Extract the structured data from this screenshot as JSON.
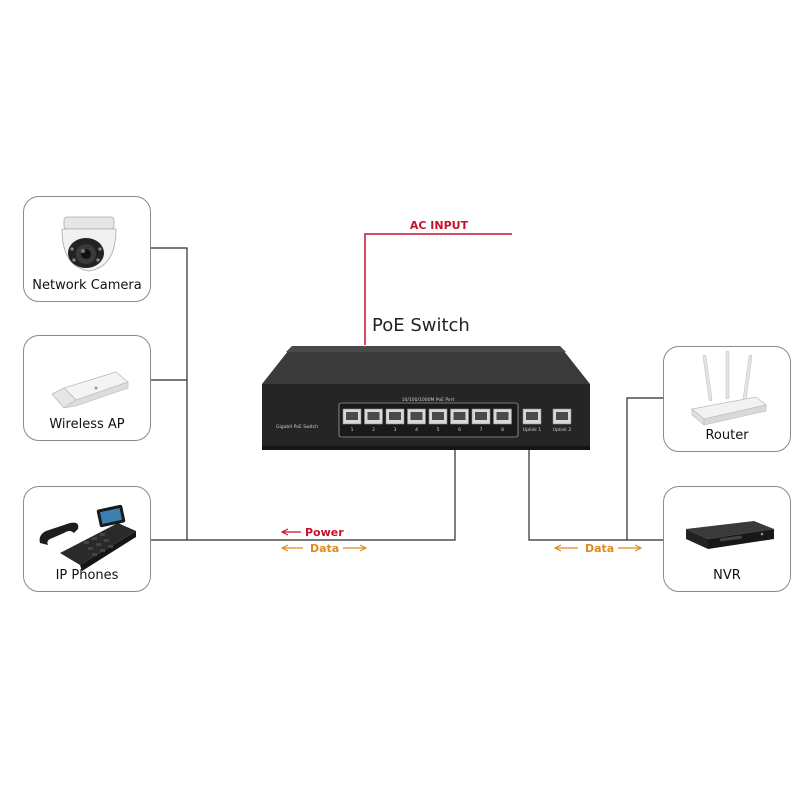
{
  "diagram": {
    "title": "PoE Switch",
    "ac_input_label": "AC INPUT",
    "power_label": "Power",
    "data_label_left": "Data",
    "data_label_right": "Data",
    "switch_panel": {
      "brand_text": "Gigabit PoE Switch",
      "port_group_text": "10/100/1000M PoE Port",
      "poe_port_labels": [
        "1",
        "2",
        "3",
        "4",
        "5",
        "6",
        "7",
        "8"
      ],
      "uplink_port_labels": [
        "Uplink 1",
        "Uplink 2"
      ]
    },
    "devices_left": [
      {
        "label": "Network Camera",
        "icon": "dome-camera-icon"
      },
      {
        "label": "Wireless AP",
        "icon": "wireless-ap-icon"
      },
      {
        "label": "IP Phones",
        "icon": "ip-phone-icon"
      }
    ],
    "devices_right": [
      {
        "label": "Router",
        "icon": "router-icon"
      },
      {
        "label": "NVR",
        "icon": "nvr-icon"
      }
    ],
    "colors": {
      "power": "#c8102e",
      "data": "#e08a1e",
      "line": "#2a2a2a",
      "card_border": "#8a8a8a",
      "switch_body": "#2b2b2b"
    }
  }
}
